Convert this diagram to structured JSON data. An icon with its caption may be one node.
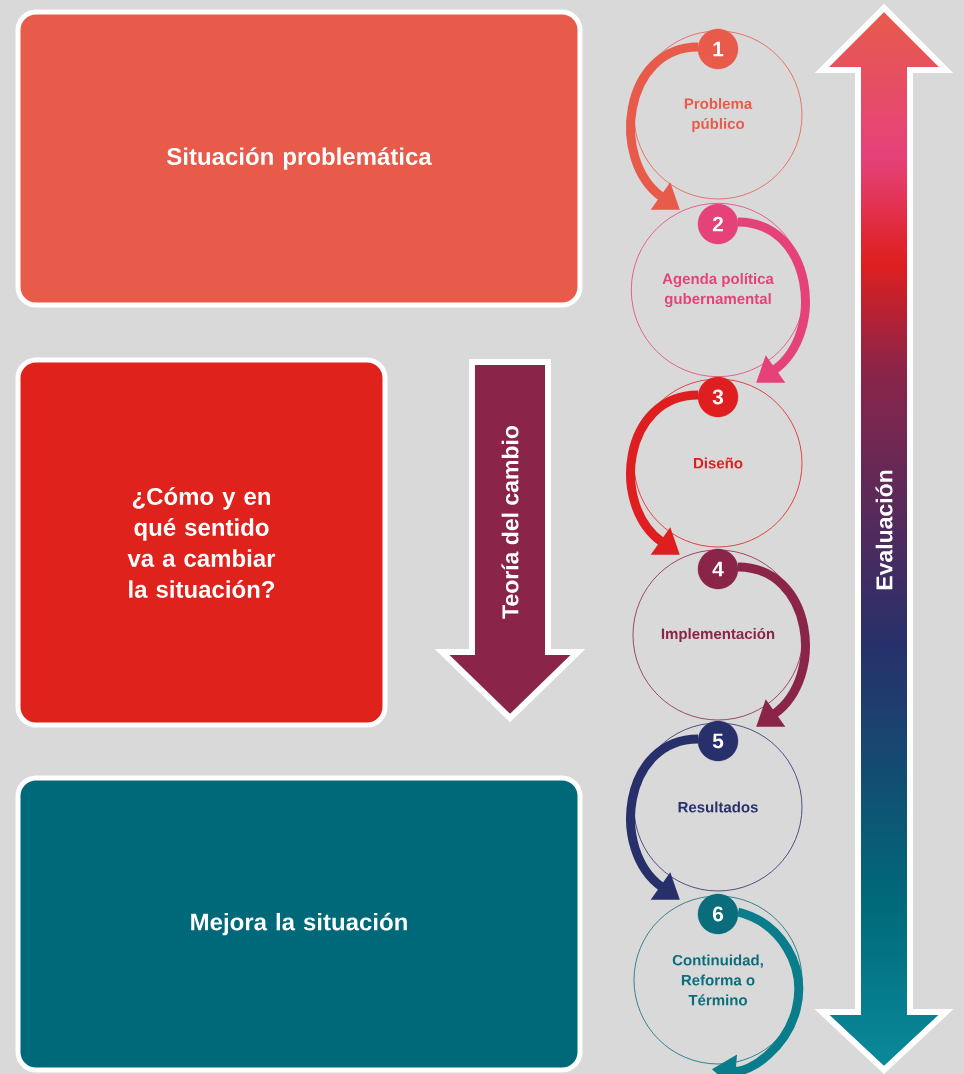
{
  "diagram": {
    "nodes": [
      {
        "text": [
          "Situación problemática"
        ]
      },
      {
        "text": [
          "¿Cómo y en qué sentido va a cambiar la situación?"
        ]
      },
      {
        "text": [
          "Mejora la situación"
        ]
      },
      {
        "text": [
          "Teoría del cambio"
        ]
      },
      {
        "text": [
          "1",
          "Problema público"
        ]
      },
      {
        "text": [
          "2",
          "Agenda política gubernamental"
        ]
      },
      {
        "text": [
          "3",
          "Diseño"
        ]
      },
      {
        "text": [
          "4",
          "Implementación"
        ]
      },
      {
        "text": [
          "5",
          "Resultados"
        ]
      },
      {
        "text": [
          "6",
          "Continuidad, Reforma o Término"
        ]
      },
      {
        "text": [
          "Evaluación"
        ]
      }
    ],
    "edges": [
      {
        "from": 4,
        "to": 5,
        "arrow": "to",
        "color": "#e85b4a"
      },
      {
        "from": 5,
        "to": 6,
        "arrow": "to",
        "color": "#e5427a"
      },
      {
        "from": 6,
        "to": 7,
        "arrow": "to",
        "color": "#df1f1f"
      },
      {
        "from": 7,
        "to": 8,
        "arrow": "to",
        "color": "#8b2449"
      },
      {
        "from": 8,
        "to": 9,
        "arrow": "to",
        "color": "#27306b"
      },
      {
        "from": 9,
        "to": null,
        "arrow": "to",
        "color": "#0a7d8c"
      }
    ]
  }
}
